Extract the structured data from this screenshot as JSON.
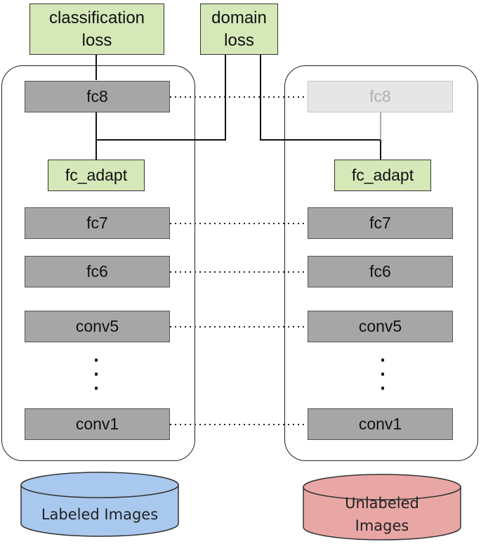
{
  "losses": {
    "classification": "classification\nloss",
    "domain": "domain\nloss"
  },
  "source_stream": {
    "layers": [
      "fc8",
      "fc_adapt",
      "fc7",
      "fc6",
      "conv5",
      "conv1"
    ],
    "dataset": "Labeled Images"
  },
  "target_stream": {
    "layers": [
      "fc8",
      "fc_adapt",
      "fc7",
      "fc6",
      "conv5",
      "conv1"
    ],
    "dataset": "Unlabeled\nImages"
  },
  "colors": {
    "loss_fill": "#d5e8b8",
    "layer_fill": "#a6a6a6",
    "faded_layer_fill": "#e6e6e6",
    "labeled_db_fill": "#a9c8ee",
    "unlabeled_db_fill": "#e8a7a5"
  }
}
